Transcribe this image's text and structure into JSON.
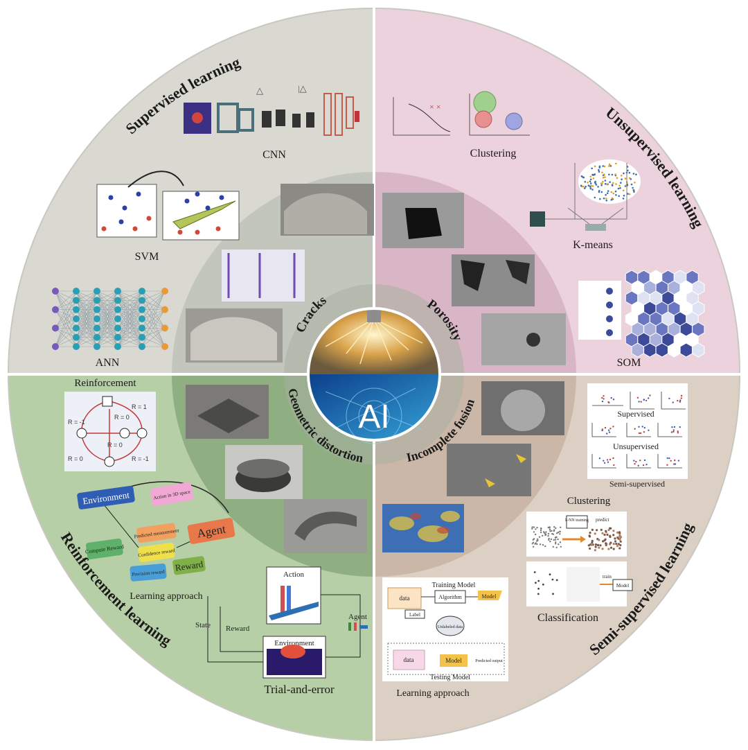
{
  "center": {
    "label": "AI"
  },
  "quadrants": {
    "supervised": {
      "title": "Supervised learning",
      "methods": [
        "CNN",
        "SVM",
        "ANN"
      ],
      "defect": "Cracks",
      "color": "#d9d9d1"
    },
    "unsupervised": {
      "title": "Unsupervised learning",
      "methods": [
        "Clustering",
        "K-means",
        "SOM"
      ],
      "defect": "Porosity",
      "color": "#ecd2dc"
    },
    "reinforcement": {
      "title": "Reinforcement learning",
      "defect": "Geometric distortion",
      "color": "#b7cfa6",
      "panel_title": "Reinforcement",
      "graph_rewards": [
        "R = 1",
        "R = 0",
        "R = -1",
        "R = 0",
        "R = 0",
        "R = -1"
      ],
      "flow_nodes": [
        "Environment",
        "Action in 3D space",
        "Agent",
        "Predicted measurement",
        "Compute Reward",
        "Confidence reward",
        "Reward",
        "Precision reward"
      ],
      "learning_caption": "Learning approach",
      "trial": {
        "action": "Action",
        "state": "State",
        "reward": "Reward",
        "agent": "Agent",
        "environment": "Environment",
        "caption": "Trial-and-error"
      }
    },
    "semi_supervised": {
      "title": "Semi-supervised learning",
      "defect": "Incomplete fusion",
      "color": "#dccfc4",
      "panel_labels": [
        "Supervised",
        "Unsupervised",
        "Semi-supervised"
      ],
      "clustering": {
        "caption": "Clustering",
        "box": "k-NN training",
        "arrow_label": "predict"
      },
      "classification": {
        "caption": "Classification",
        "arrow_label": "train",
        "box": "Model"
      },
      "training": {
        "title": "Training Model",
        "data": "data",
        "algorithm": "Algorithm",
        "model": "Model",
        "label": "Label",
        "unlabeled": "Unlabeled data"
      },
      "testing": {
        "title": "Testing Model",
        "data": "data",
        "model": "Model",
        "output": "Predicted output"
      },
      "learning_caption": "Learning approach"
    }
  }
}
